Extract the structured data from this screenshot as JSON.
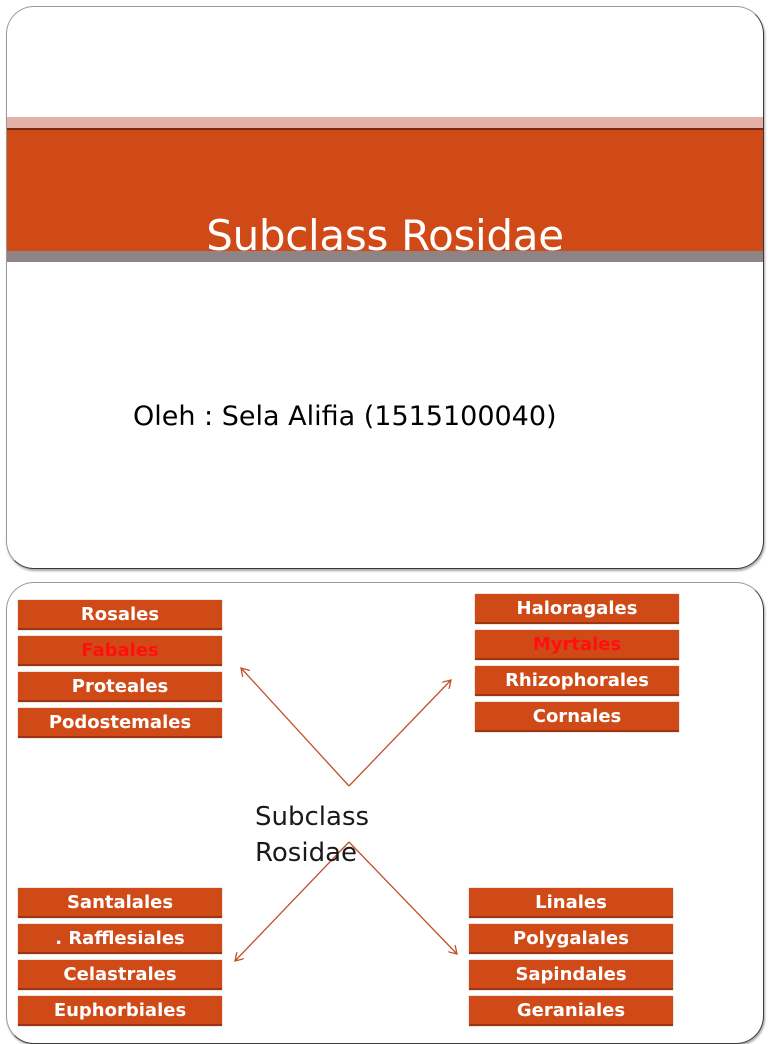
{
  "slide1": {
    "title": "Subclass Rosidae",
    "subtitle": "Oleh : Sela Alifia (1515100040)",
    "colors": {
      "band_orange": "#d04a18",
      "band_pink": "#e5b0a8",
      "band_gray": "#8e8485"
    }
  },
  "slide2": {
    "center_label_line1": "Subclass",
    "center_label_line2": "Rosidae",
    "top_left": [
      {
        "label": "Rosales",
        "highlight": false
      },
      {
        "label": "Fabales",
        "highlight": true
      },
      {
        "label": "Proteales",
        "highlight": false
      },
      {
        "label": "Podostemales",
        "highlight": false
      }
    ],
    "top_right": [
      {
        "label": "Haloragales",
        "highlight": false
      },
      {
        "label": "Myrtales",
        "highlight": true
      },
      {
        "label": "Rhizophorales",
        "highlight": false
      },
      {
        "label": "Cornales",
        "highlight": false
      }
    ],
    "bottom_left": [
      {
        "label": "Santalales",
        "highlight": false
      },
      {
        "label": ". Rafflesiales",
        "highlight": false
      },
      {
        "label": "Celastrales",
        "highlight": false
      },
      {
        "label": "Euphorbiales",
        "highlight": false
      }
    ],
    "bottom_right": [
      {
        "label": "Linales",
        "highlight": false
      },
      {
        "label": "Polygalales",
        "highlight": false
      },
      {
        "label": "Sapindales",
        "highlight": false
      },
      {
        "label": "Geraniales",
        "highlight": false
      }
    ],
    "colors": {
      "box": "#d04a18",
      "box_text": "#ffffff",
      "highlight_text": "#ff1010",
      "arrow": "#c0502a"
    }
  }
}
